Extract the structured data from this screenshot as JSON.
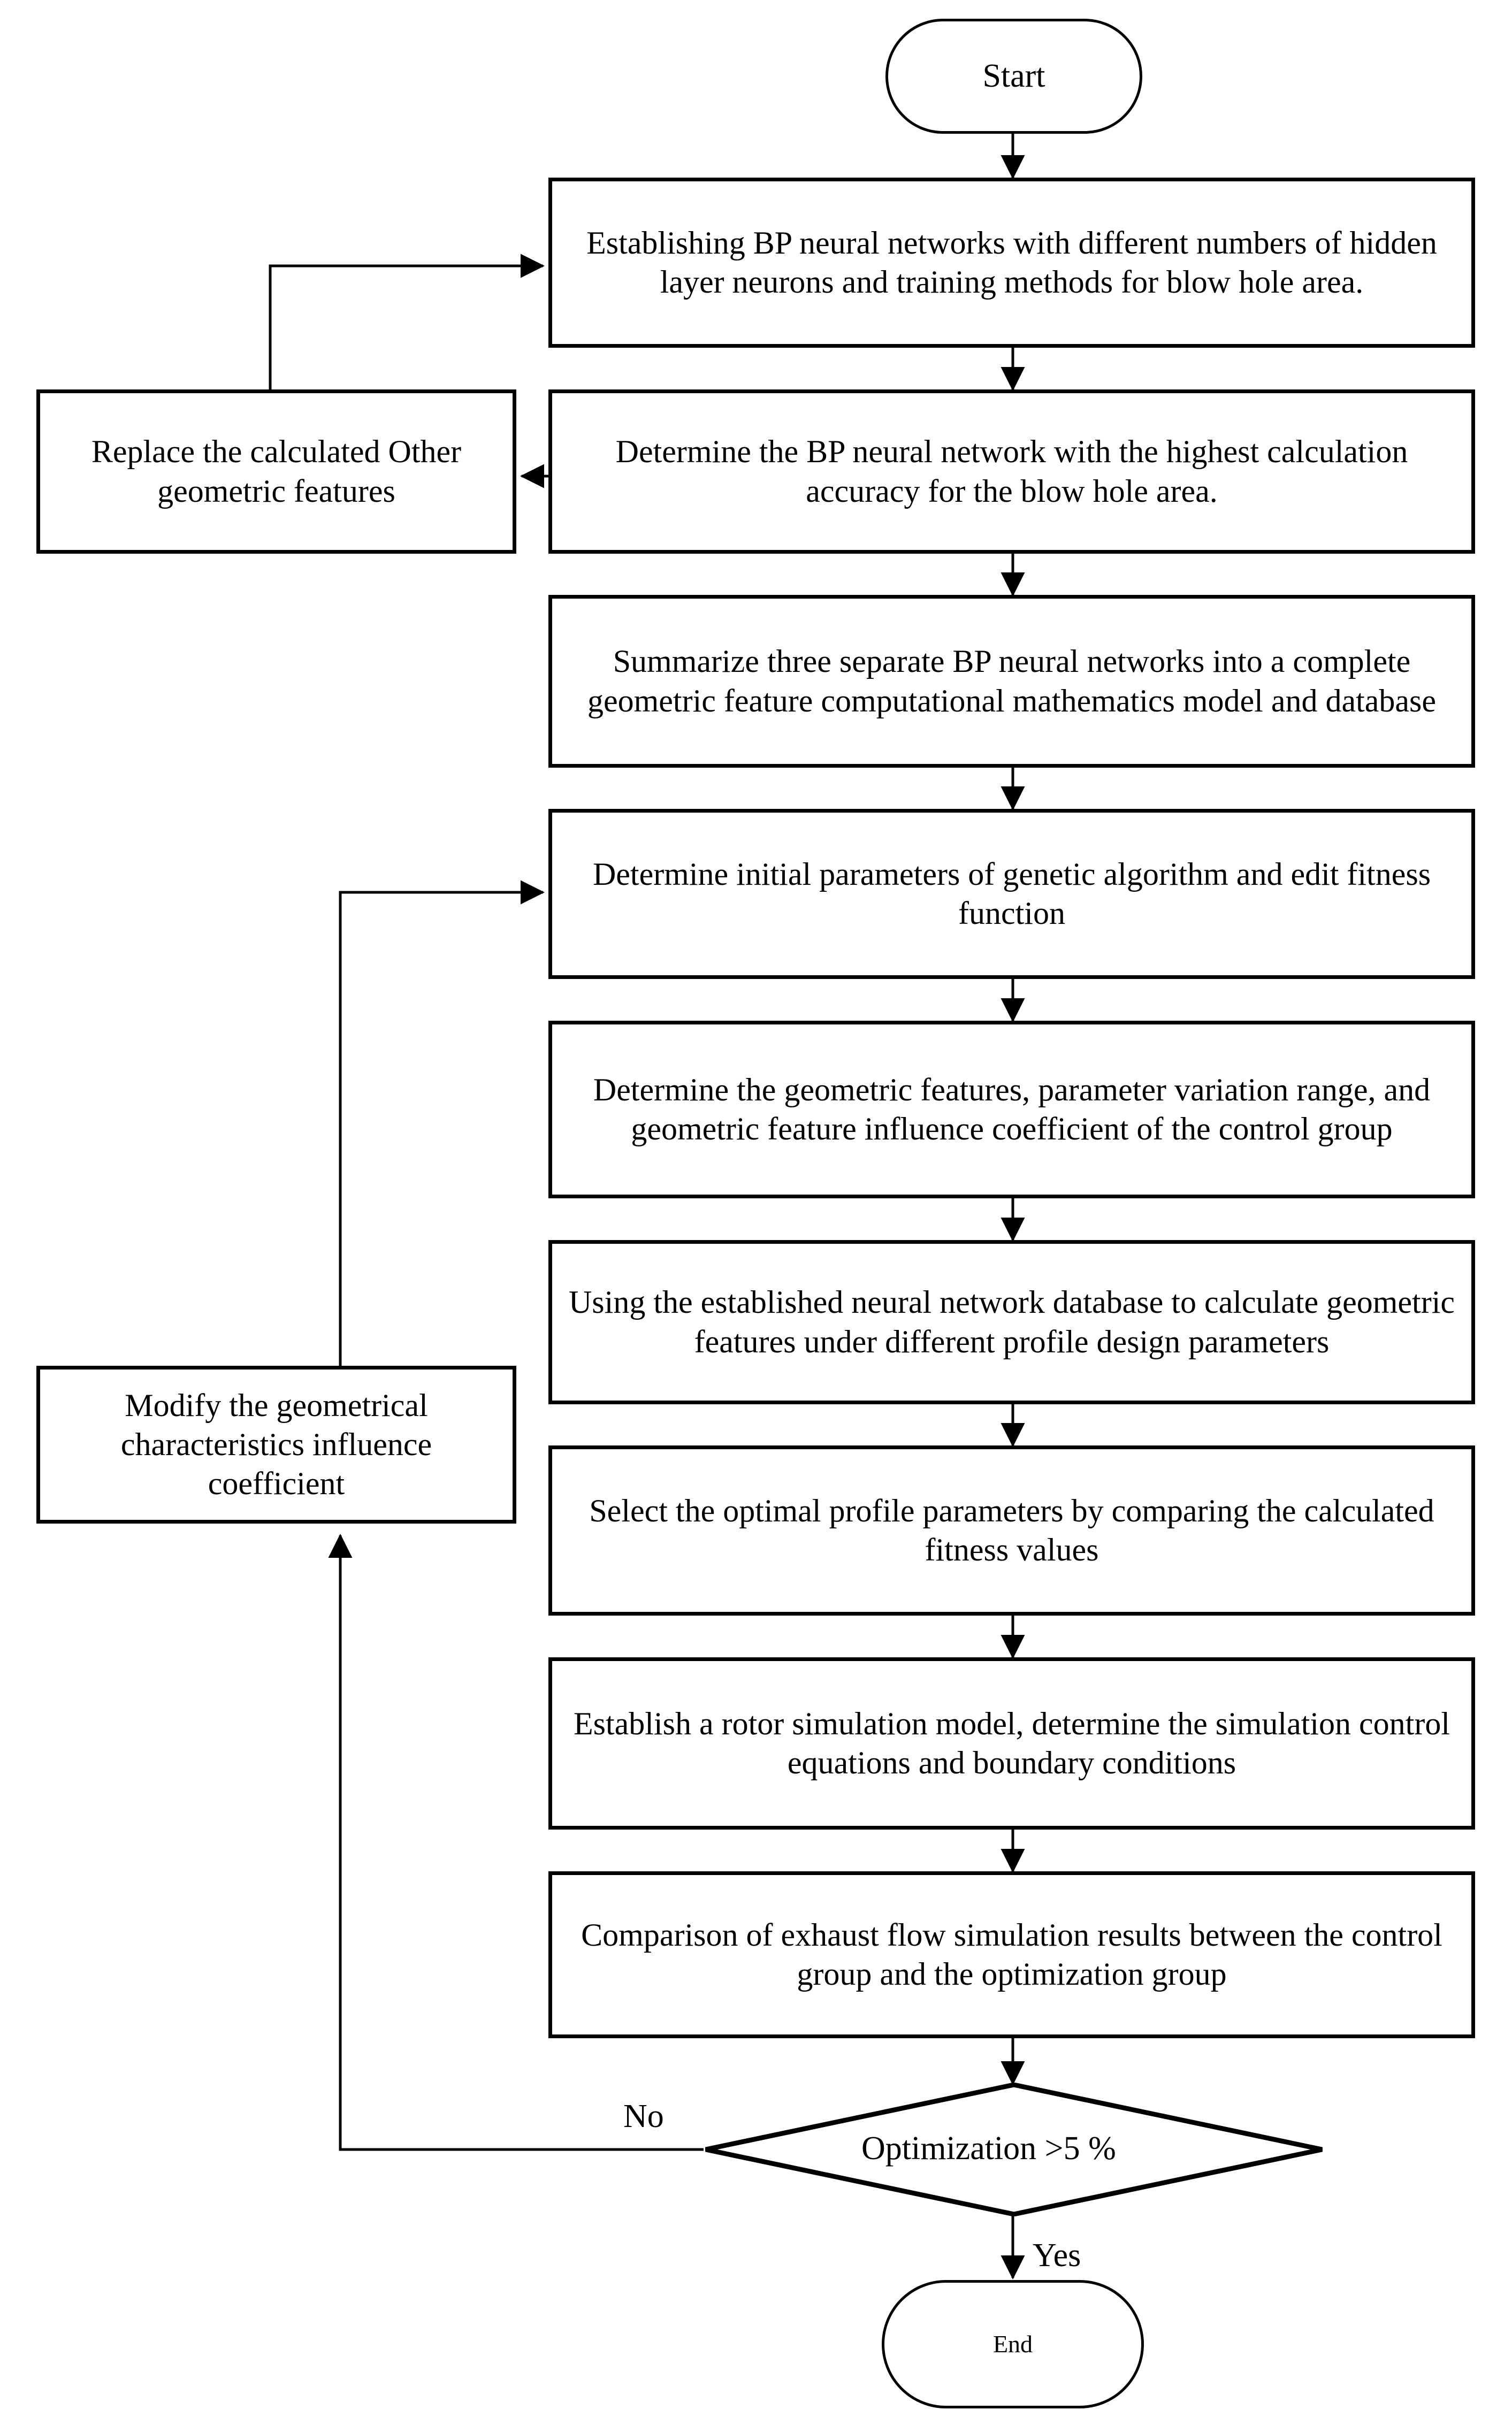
{
  "diagram": {
    "title": "Optimization workflow flowchart",
    "style": {
      "line_color": "#000000",
      "fill_color": "#ffffff",
      "text_color": "#000000"
    },
    "terminals": {
      "start": "Start",
      "end": "End"
    },
    "process_steps": [
      "Establishing BP neural networks with different numbers of hidden layer neurons and training methods for blow hole area.",
      "Determine the BP neural network with the highest calculation accuracy for the blow hole area.",
      "Summarize three separate BP neural networks into a complete geometric feature computational mathematics model and database",
      "Determine initial parameters of genetic algorithm and edit fitness function",
      "Determine the geometric features, parameter variation range, and geometric feature influence coefficient of the control group",
      "Using the established neural network database to calculate geometric features under different profile design parameters",
      "Select the optimal profile parameters by comparing the calculated fitness values",
      "Establish a rotor simulation model, determine the simulation control equations and boundary conditions",
      "Comparison of exhaust flow simulation results between the control group and the optimization group"
    ],
    "side_steps": [
      "Replace the calculated Other geometric features",
      "Modify the geometrical characteristics influence coefficient"
    ],
    "decision": {
      "condition": "Optimization >5 %",
      "branch_no": "No",
      "branch_yes": "Yes"
    }
  }
}
